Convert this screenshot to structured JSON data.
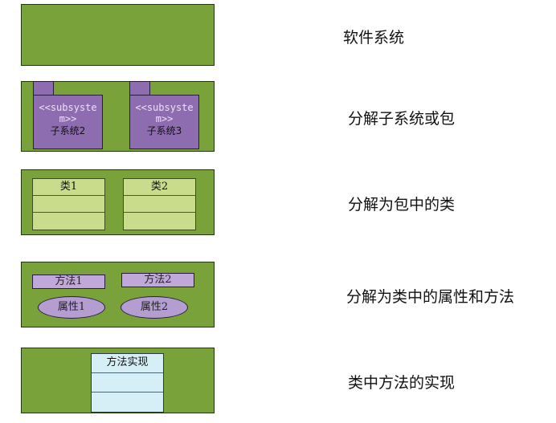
{
  "colors": {
    "panel_green": "#7aa23a",
    "package_purple": "#8d6db0",
    "class_green": "#c8dc8c",
    "method_purple": "#c0a9d8",
    "impl_blue": "#d6eef6"
  },
  "levels": [
    {
      "caption": "软件系统"
    },
    {
      "caption": "分解子系统或包",
      "packages": [
        {
          "stereotype": "<<subsystem>>",
          "name": "子系统2"
        },
        {
          "stereotype": "<<subsystem>>",
          "name": "子系统3"
        }
      ]
    },
    {
      "caption": "分解为包中的类",
      "classes": [
        {
          "name": "类1"
        },
        {
          "name": "类2"
        }
      ]
    },
    {
      "caption": "分解为类中的属性和方法",
      "methods": [
        "方法1",
        "方法2"
      ],
      "attributes": [
        "属性1",
        "属性2"
      ]
    },
    {
      "caption": "类中方法的实现",
      "impl_class": {
        "name": "方法实现"
      }
    }
  ]
}
